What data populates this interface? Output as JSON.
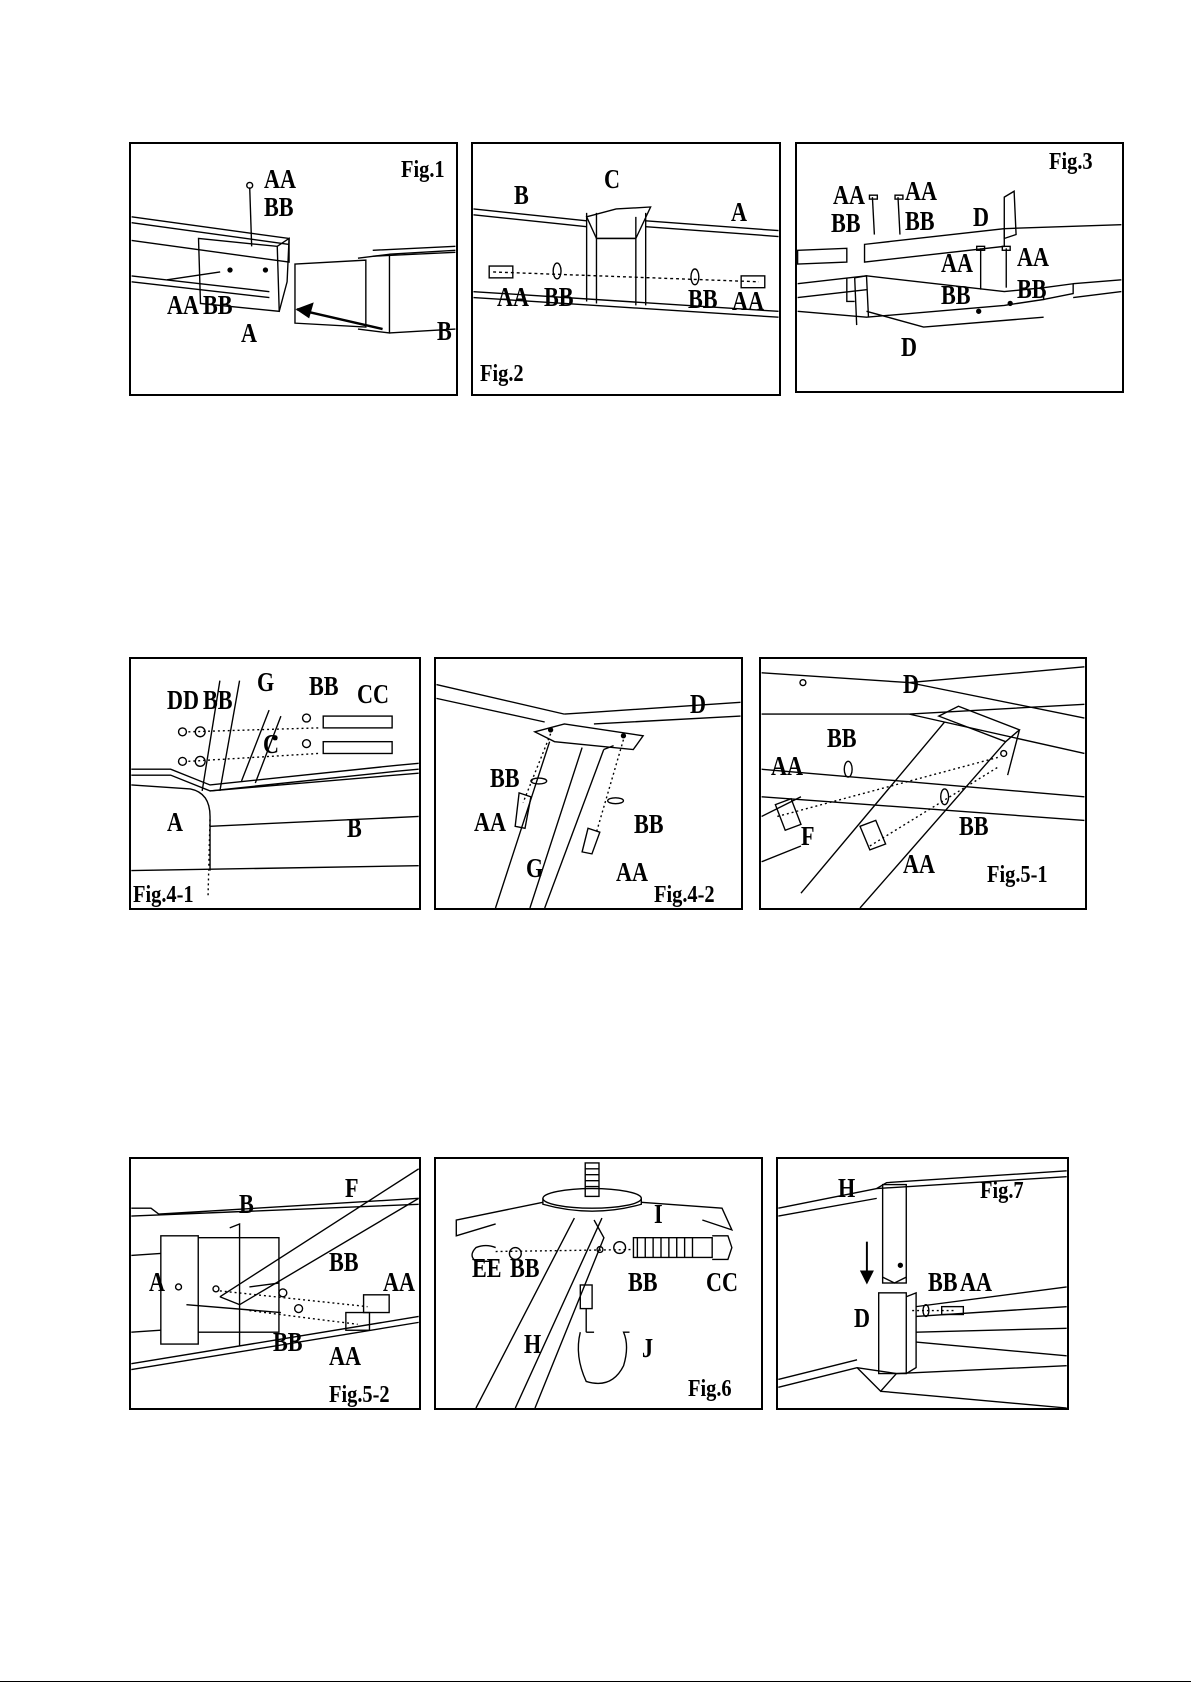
{
  "figures": {
    "fig1": {
      "caption": "Fig.1",
      "labels": {
        "aa_top": "AA",
        "bb_top": "BB",
        "aa_side": "AA",
        "bb_side": "BB",
        "a": "A",
        "b": "B"
      }
    },
    "fig2": {
      "caption": "Fig.2",
      "labels": {
        "b": "B",
        "c": "C",
        "a": "A",
        "aa_left": "AA",
        "bb_left": "BB",
        "bb_right": "BB",
        "aa_right": "AA"
      }
    },
    "fig3": {
      "caption": "Fig.3",
      "labels": {
        "aa_1": "AA",
        "aa_2": "AA",
        "bb_1": "BB",
        "bb_2": "BB",
        "d_top": "D",
        "aa_3": "AA",
        "aa_4": "AA",
        "bb_3": "BB",
        "bb_4": "BB",
        "d_bottom": "D"
      }
    },
    "fig4_1": {
      "caption": "Fig.4-1",
      "labels": {
        "dd": "DD",
        "bb_1": "BB",
        "g": "G",
        "bb_2": "BB",
        "cc": "CC",
        "c": "C",
        "a": "A",
        "b": "B"
      }
    },
    "fig4_2": {
      "caption": "Fig.4-2",
      "labels": {
        "d": "D",
        "bb_1": "BB",
        "aa_1": "AA",
        "bb_2": "BB",
        "g": "G",
        "aa_2": "AA"
      }
    },
    "fig5_1": {
      "caption": "Fig.5-1",
      "labels": {
        "d": "D",
        "bb_1": "BB",
        "aa_1": "AA",
        "f": "F",
        "bb_2": "BB",
        "aa_2": "AA"
      }
    },
    "fig5_2": {
      "caption": "Fig.5-2",
      "labels": {
        "b": "B",
        "f": "F",
        "a": "A",
        "bb_1": "BB",
        "aa_1": "AA",
        "bb_2": "BB",
        "aa_2": "AA"
      }
    },
    "fig6": {
      "caption": "Fig.6",
      "labels": {
        "i": "I",
        "ee": "EE",
        "bb_1": "BB",
        "bb_2": "BB",
        "cc": "CC",
        "h": "H",
        "j": "J"
      }
    },
    "fig7": {
      "caption": "Fig.7",
      "labels": {
        "h": "H",
        "bb": "BB",
        "aa": "AA",
        "d": "D"
      }
    }
  }
}
